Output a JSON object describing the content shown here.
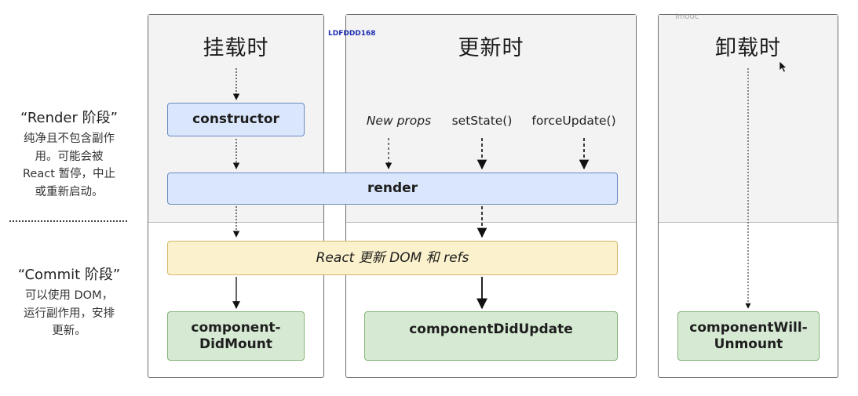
{
  "left_labels": {
    "render_phase_title": "“Render 阶段”",
    "render_phase_desc": [
      "纯净且不包含副作",
      "用。可能会被",
      "React 暂停，中止",
      "或重新启动。"
    ],
    "commit_phase_title": "“Commit 阶段”",
    "commit_phase_desc": [
      "可以使用 DOM，",
      "运行副作用，安排",
      "更新。"
    ]
  },
  "columns": {
    "mount": {
      "title": "挂载时"
    },
    "update": {
      "title": "更新时"
    },
    "unmount": {
      "title": "卸载时"
    }
  },
  "boxes": {
    "constructor": "constructor",
    "render": "render",
    "react_update": "React 更新 DOM 和 refs",
    "did_mount": [
      "component-",
      "DidMount"
    ],
    "did_update": "componentDidUpdate",
    "will_unmount": [
      "componentWill-",
      "Unmount"
    ]
  },
  "triggers": [
    "New props",
    "setState()",
    "forceUpdate()"
  ],
  "watermarks": {
    "id_tag": "LDFDDD168",
    "brand": "imooc"
  },
  "colors": {
    "render_box_fill": "#dae6fb",
    "render_box_border": "#6c8bbf",
    "commit_dom_fill": "#fbf1cc",
    "lifecycle_fill": "#d6ead3",
    "id_tag": "#1f2fb3"
  }
}
